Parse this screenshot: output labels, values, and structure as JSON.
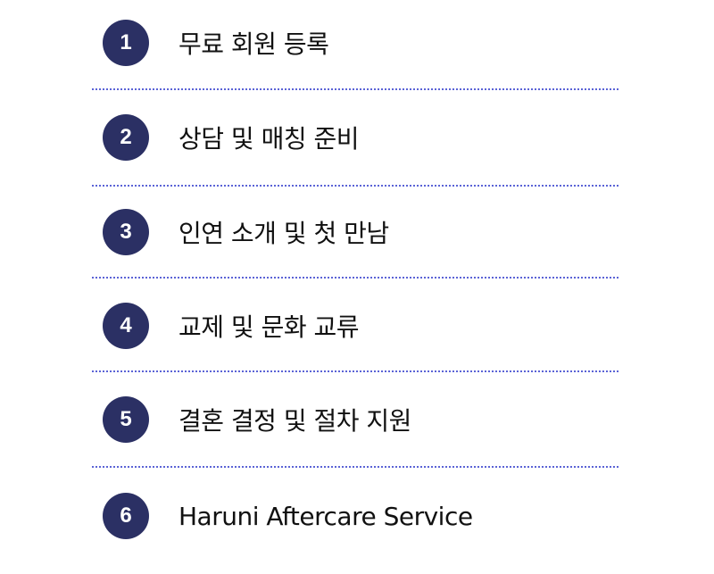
{
  "steps": [
    {
      "number": "1",
      "label": "무료 회원 등록"
    },
    {
      "number": "2",
      "label": "상담 및 매칭 준비"
    },
    {
      "number": "3",
      "label": "인연 소개 및 첫 만남"
    },
    {
      "number": "4",
      "label": "교제 및 문화 교류"
    },
    {
      "number": "5",
      "label": "결혼 결정 및 절차 지원"
    },
    {
      "number": "6",
      "label": "Haruni Aftercare Service"
    }
  ],
  "colors": {
    "badge": "#2b3064",
    "divider": "#5b63d6"
  }
}
